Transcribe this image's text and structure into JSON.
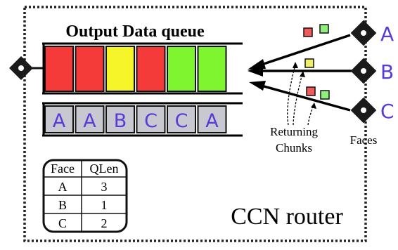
{
  "queue_title": "Output Data queue",
  "queue_slots": [
    {
      "color": "#f53a3a"
    },
    {
      "color": "#f53a3a"
    },
    {
      "color": "#f5f52a"
    },
    {
      "color": "#f53a3a"
    },
    {
      "color": "#7ef52e"
    },
    {
      "color": "#7ef52e"
    }
  ],
  "face_sequence": [
    "A",
    "A",
    "B",
    "C",
    "C",
    "A"
  ],
  "faces": [
    {
      "label": "A",
      "chunk_colors": [
        "#f25a5a",
        "#8ef07a"
      ]
    },
    {
      "label": "B",
      "chunk_colors": [
        "#f0ef6a"
      ]
    },
    {
      "label": "C",
      "chunk_colors": [
        "#f25a5a",
        "#8ef07a"
      ]
    }
  ],
  "returning_label_line1": "Returning",
  "returning_label_line2": "Chunks",
  "faces_label": "Faces",
  "router_label": "CCN router",
  "qlen_table": {
    "headers": [
      "Face",
      "QLen"
    ],
    "rows": [
      [
        "A",
        "3"
      ],
      [
        "B",
        "1"
      ],
      [
        "C",
        "2"
      ]
    ]
  },
  "colors": {
    "face_letter": "#5a3ad6",
    "sequence_cell": "#c8c8d0",
    "sequence_text": "#5a3ad6"
  }
}
